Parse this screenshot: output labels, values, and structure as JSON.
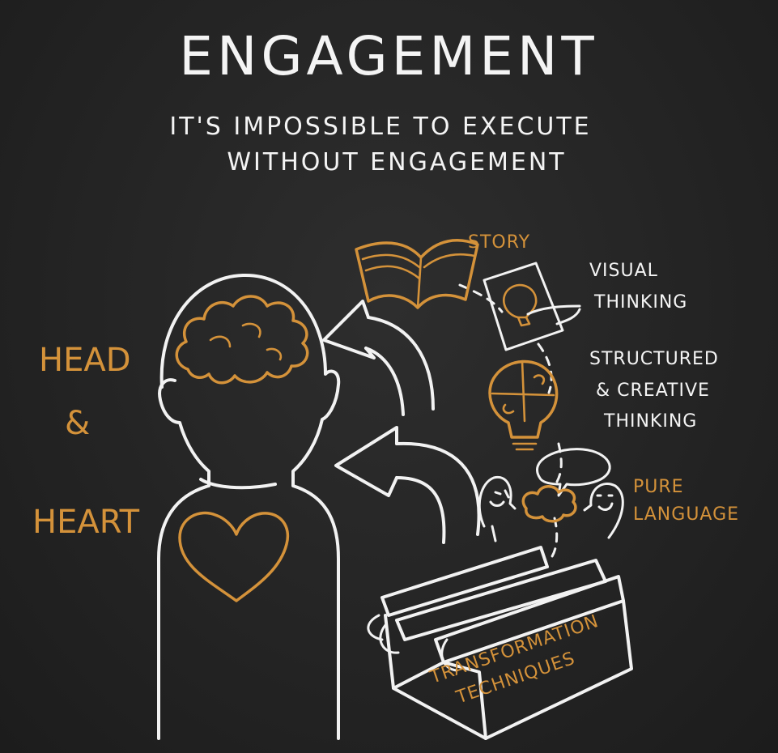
{
  "header": {
    "title": "ENGAGEMENT",
    "subtitle_line1": "IT'S IMPOSSIBLE TO EXECUTE",
    "subtitle_line2": "WITHOUT ENGAGEMENT"
  },
  "left_labels": {
    "head": "HEAD",
    "amp": "&",
    "heart": "HEART"
  },
  "techniques": {
    "story": "STORY",
    "visual_line1": "VISUAL",
    "visual_line2": "THINKING",
    "structured_line1": "STRUCTURED",
    "structured_line2": "& CREATIVE",
    "structured_line3": "THINKING",
    "pure_line1": "PURE",
    "pure_line2": "LANGUAGE"
  },
  "toolbox": {
    "line1": "TRANSFORMATION",
    "line2": "TECHNIQUES"
  },
  "colors": {
    "background": "#242424",
    "chalk": "#f2f2f2",
    "accent": "#d4923a"
  }
}
